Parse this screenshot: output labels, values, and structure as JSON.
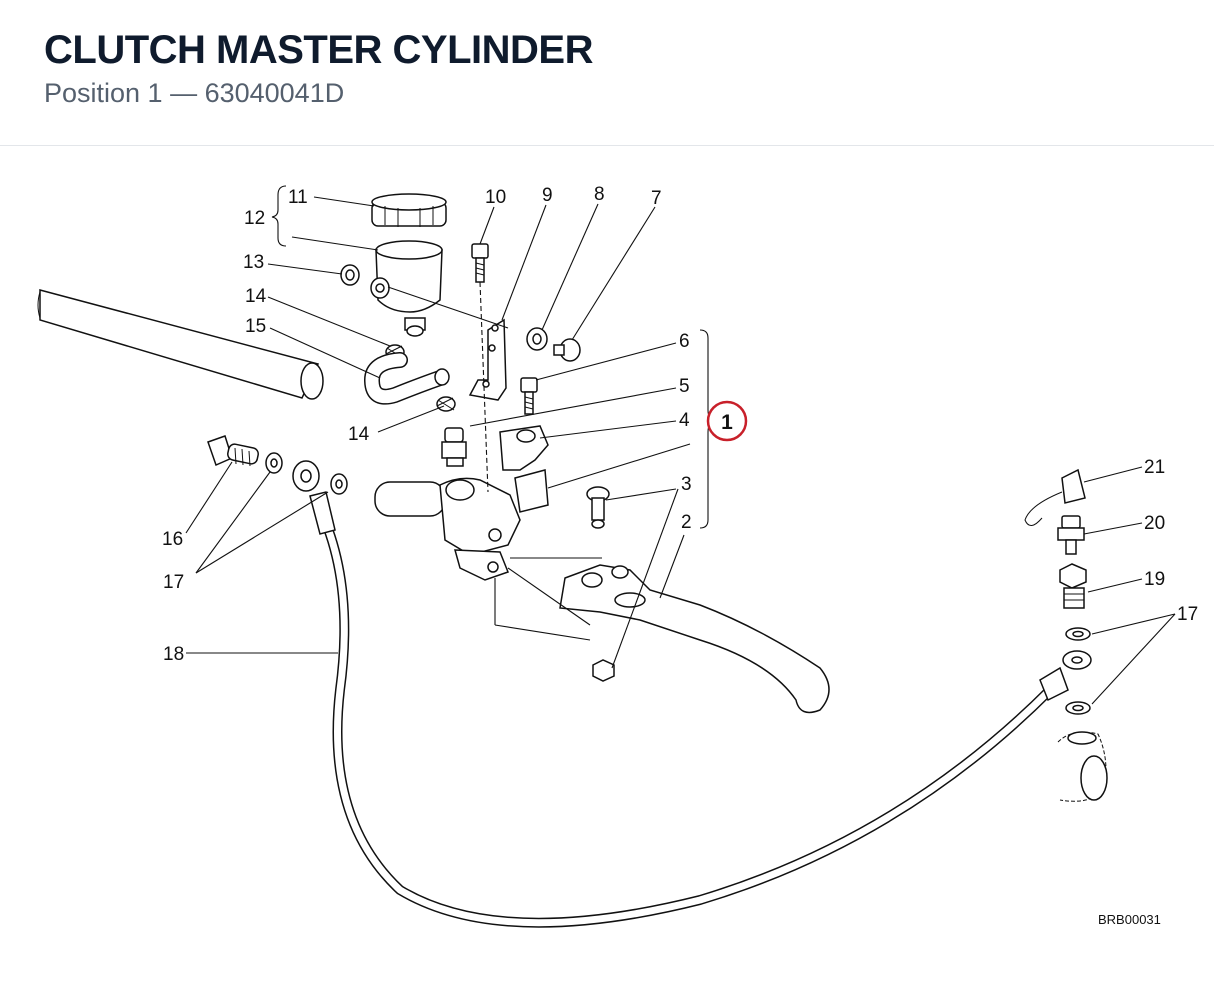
{
  "header": {
    "title": "CLUTCH MASTER CYLINDER",
    "subtitle": "Position 1  —  63040041D"
  },
  "diagram": {
    "labels": {
      "l11": "11",
      "l12": "12",
      "l10": "10",
      "l9": "9",
      "l8": "8",
      "l7": "7",
      "l13": "13",
      "l14a": "14",
      "l15": "15",
      "l6": "6",
      "l5": "5",
      "l4": "4",
      "l14b": "14",
      "l3": "3",
      "l2": "2",
      "l16": "16",
      "l17a": "17",
      "l18": "18",
      "l21": "21",
      "l20": "20",
      "l19": "19",
      "l17b": "17"
    },
    "callout": "1",
    "callout_color": "#c8202a",
    "ref_code": "BRB00031"
  }
}
